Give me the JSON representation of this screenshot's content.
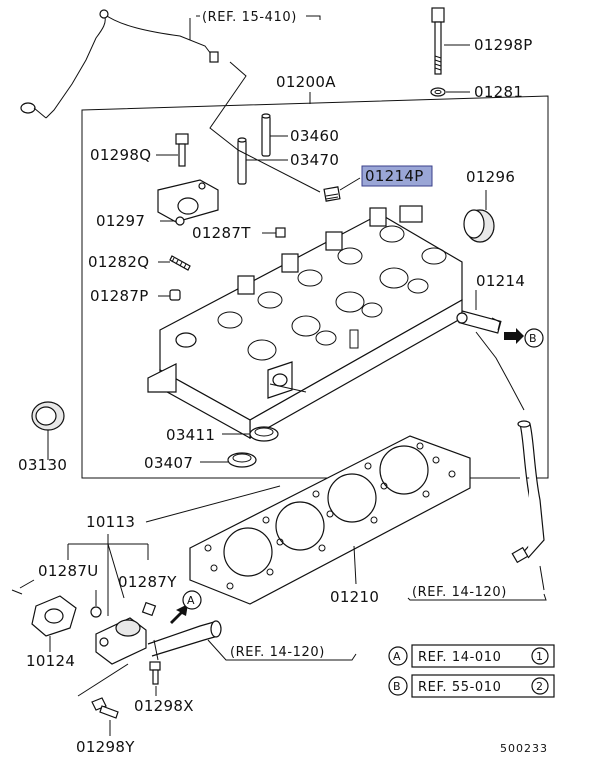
{
  "diagram": {
    "references": {
      "ref_top": "(REF. 15-410)",
      "ref_right_hose": "(REF. 14-120)",
      "ref_bottom_hose": "(REF. 14-120)"
    },
    "part_labels": {
      "p01200A": "01200A",
      "p01298P": "01298P",
      "p01281": "01281",
      "p03460": "03460",
      "p03470": "03470",
      "p01298Q": "01298Q",
      "p01214P": "01214P",
      "p01296": "01296",
      "p01297": "01297",
      "p01287T": "01287T",
      "p01282Q": "01282Q",
      "p01214": "01214",
      "p01287P": "01287P",
      "p03130": "03130",
      "p03411": "03411",
      "p03407": "03407",
      "p10113": "10113",
      "p01287U": "01287U",
      "p01287Y": "01287Y",
      "p10124": "10124",
      "p01210": "01210",
      "p01298X": "01298X",
      "p01298Y": "01298Y"
    },
    "highlighted_part": "01214P",
    "highlight_color": "#9aa6d6",
    "markers": {
      "a": "A",
      "b": "B"
    },
    "legend": [
      {
        "marker": "A",
        "ref": "REF. 14-010",
        "num": "1"
      },
      {
        "marker": "B",
        "ref": "REF. 55-010",
        "num": "2"
      }
    ],
    "diagram_id": "500233"
  }
}
